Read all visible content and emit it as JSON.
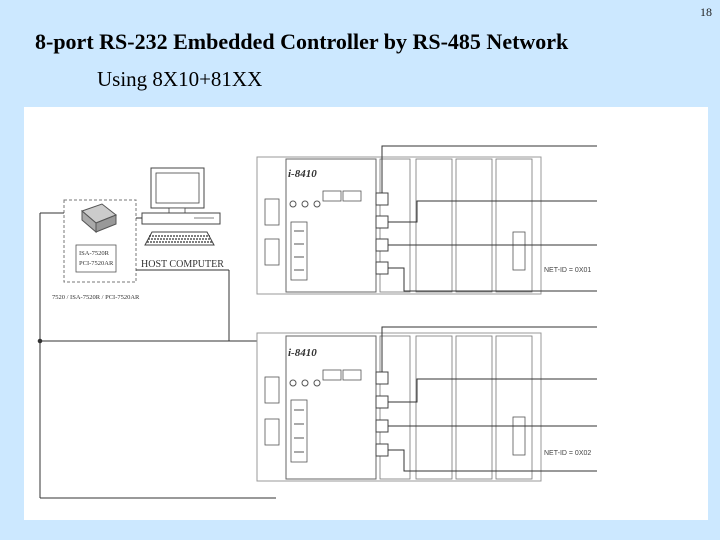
{
  "slide": {
    "number": "18",
    "title": "8-port RS-232 Embedded Controller by RS-485 Network",
    "subtitle": "Using 8X10+81XX"
  },
  "diagram": {
    "host_label": "HOST COMPUTER",
    "converter_card_lines": [
      "ISA-7520R",
      "PCI-7520AR"
    ],
    "converter_caption": "7520 / ISA-7520R / PCI-7520AR",
    "controllers": [
      {
        "model": "i-8410",
        "net_id": "NET-ID = 0X01"
      },
      {
        "model": "i-8410",
        "net_id": "NET-ID = 0X02"
      }
    ]
  }
}
